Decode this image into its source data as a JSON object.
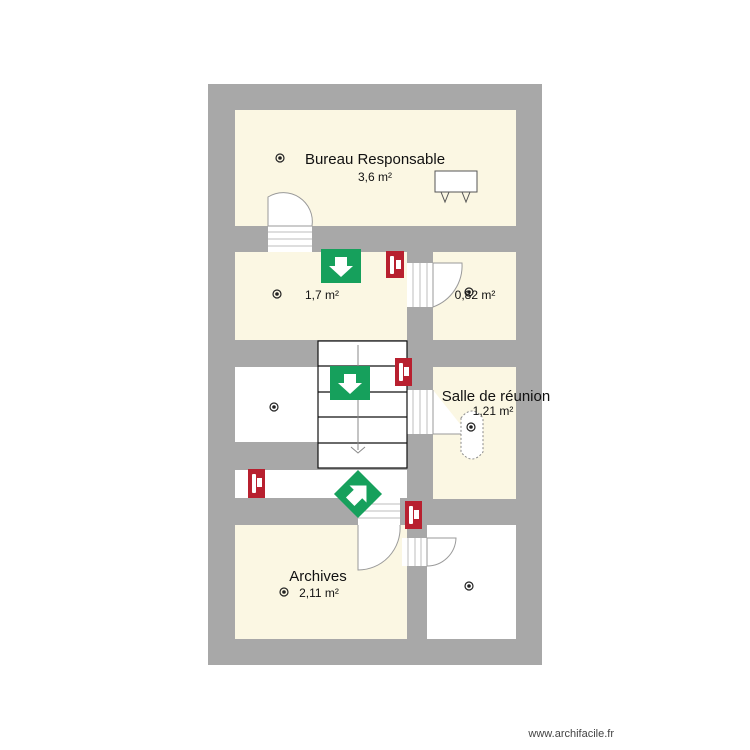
{
  "rooms": [
    {
      "name": "Bureau Responsable",
      "area": "3,6 m²"
    },
    {
      "name": "",
      "area": "1,7 m²"
    },
    {
      "name": "",
      "area": "0,82 m²"
    },
    {
      "name": "Salle de réunion",
      "area": "1,21 m²"
    },
    {
      "name": "Archives",
      "area": "2,11 m²"
    }
  ],
  "footer": "www.archifacile.fr",
  "colors": {
    "wall": "#a8a8a8",
    "room_fill": "#fbf7e3",
    "plain_fill": "#ffffff",
    "exit_sign": "#16a05c",
    "extinguisher": "#b8202f"
  },
  "icons": [
    "emergency-exit-icon",
    "fire-extinguisher-icon",
    "smoke-detector-icon",
    "desk-icon",
    "table-icon",
    "staircase-icon"
  ]
}
